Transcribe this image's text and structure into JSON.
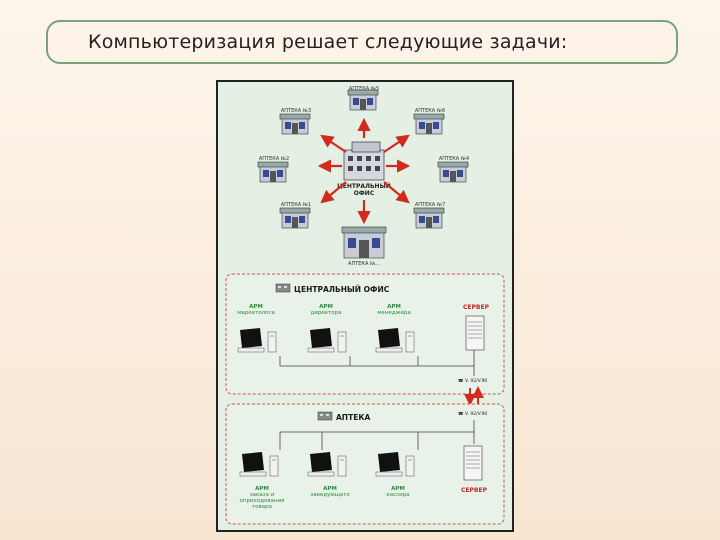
{
  "slide": {
    "title": "Компьютеризация решает следующие задачи:"
  },
  "pharmacy_network": {
    "central_office_label_line1": "ЦЕНТРАЛЬНЫЙ",
    "central_office_label_line2": "ОФИС",
    "pharmacies": [
      "АПТЕКА №1",
      "АПТЕКА №2",
      "АПТЕКА №3",
      "АПТЕКА №4",
      "АПТЕКА №5",
      "АПТЕКА №6",
      "АПТЕКА №7",
      "АПТЕКА №..."
    ]
  },
  "central_office_section": {
    "heading": "ЦЕНТРАЛЬНЫЙ ОФИС",
    "workstations": [
      {
        "line1": "АРМ",
        "line2": "маркетолога"
      },
      {
        "line1": "АРМ",
        "line2": "директора"
      },
      {
        "line1": "АРМ",
        "line2": "менеджера"
      }
    ],
    "server_label": "СЕРВЕР",
    "modem_label": "☎ V. 92/V.90"
  },
  "pharmacy_section": {
    "heading": "АПТЕКА",
    "workstations": [
      {
        "line1": "АРМ",
        "line2": "заказа и",
        "line3": "оприходования",
        "line4": "товара"
      },
      {
        "line1": "АРМ",
        "line2": "заведующего"
      },
      {
        "line1": "АРМ",
        "line2": "кассира"
      }
    ],
    "server_label": "СЕРВЕР",
    "modem_label": "☎ V. 92/V.90"
  },
  "colors": {
    "arrow": "#d42a1e",
    "section_border": "#d85050",
    "heading": "#1a1a1a",
    "workstation_label": "#2b8a3e",
    "server_label": "#c02a2a",
    "shop_facade": "#6a7aa8"
  }
}
